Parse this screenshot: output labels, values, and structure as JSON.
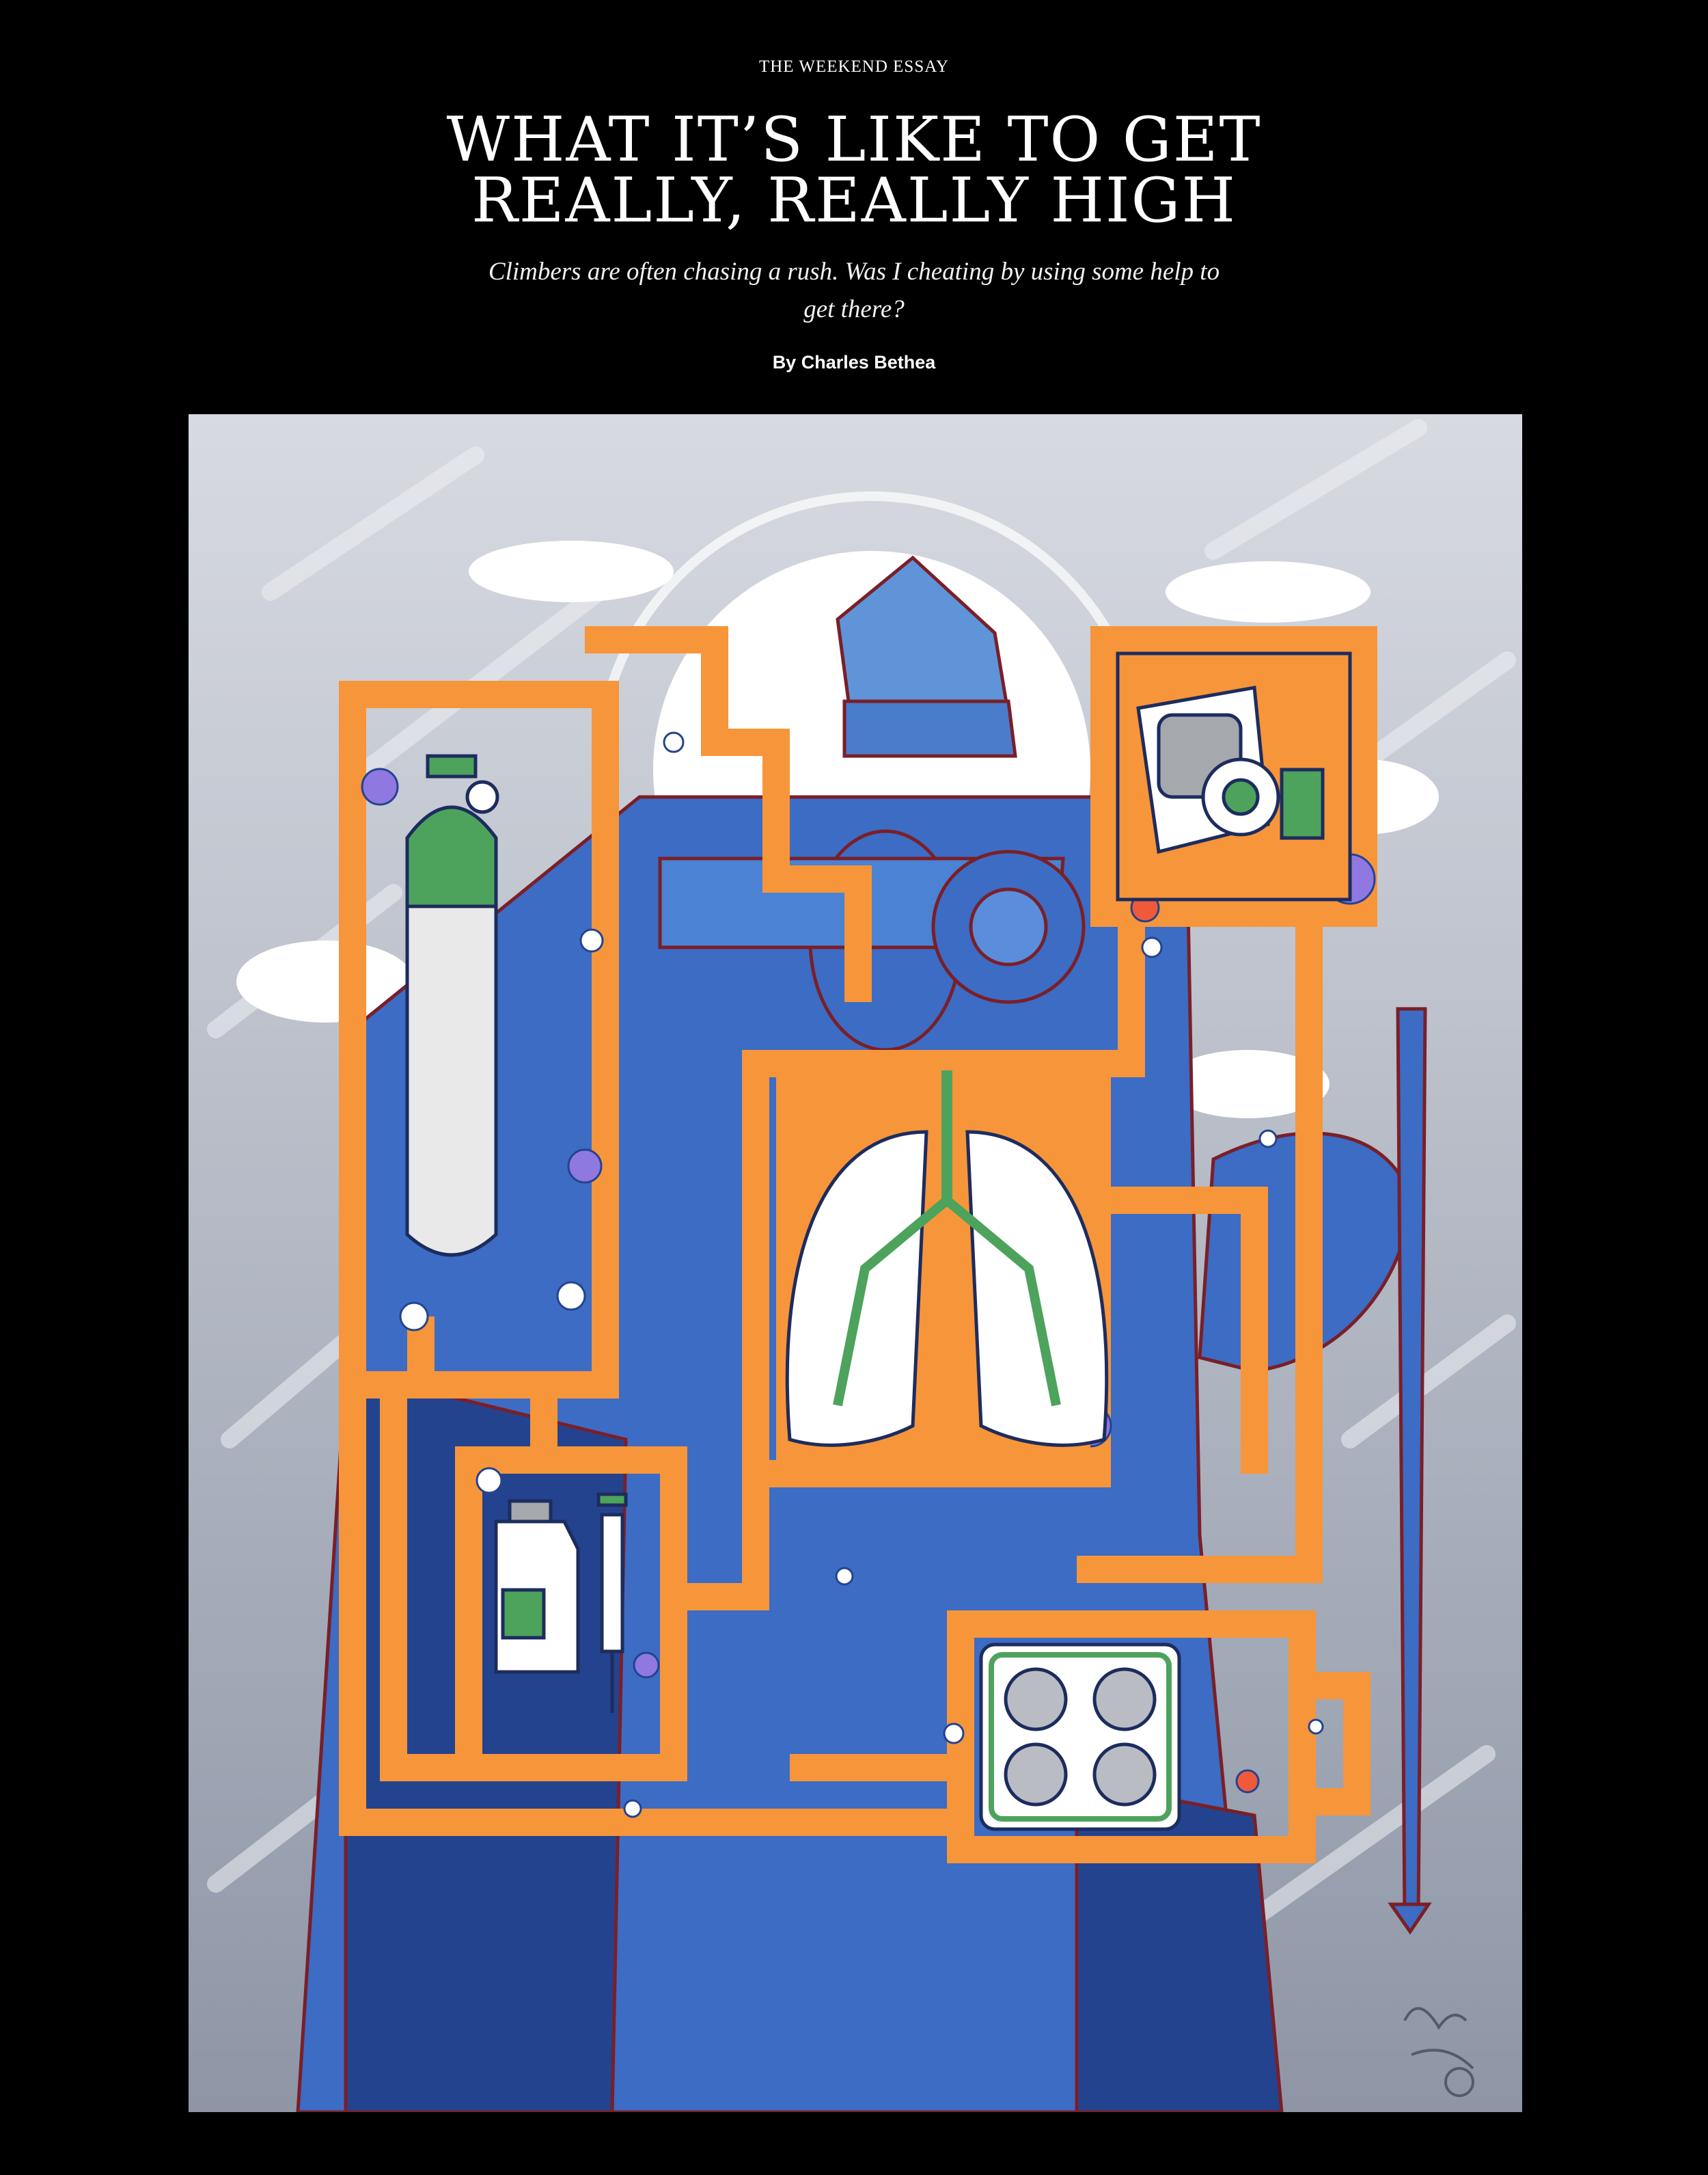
{
  "article": {
    "rubric": "THE WEEKEND ESSAY",
    "headline_line1": "WHAT IT’S LIKE TO GET",
    "headline_line2": "REALLY, REALLY HIGH",
    "dek": "Climbers are often chasing a rush. Was I cheating by using some help to get there?",
    "byline": "By Charles Bethea"
  },
  "illustration": {
    "subject": "climber with oxygen apparatus, lungs, medicine vial, syringe and pills in orange pipe maze",
    "icons": [
      "oxygen-tank-icon",
      "oxygen-mask-icon",
      "lungs-icon",
      "vial-icon",
      "syringe-icon",
      "pills-icon",
      "ice-axe-icon"
    ],
    "colors": {
      "sky": "#c9cdd6",
      "pipe_orange": "#f7953a",
      "climber_blue": "#3c6cc4",
      "dark_blue": "#24438f",
      "accent_green": "#4da35c",
      "accent_purple": "#8f78e0",
      "accent_red": "#f05a3a"
    }
  }
}
